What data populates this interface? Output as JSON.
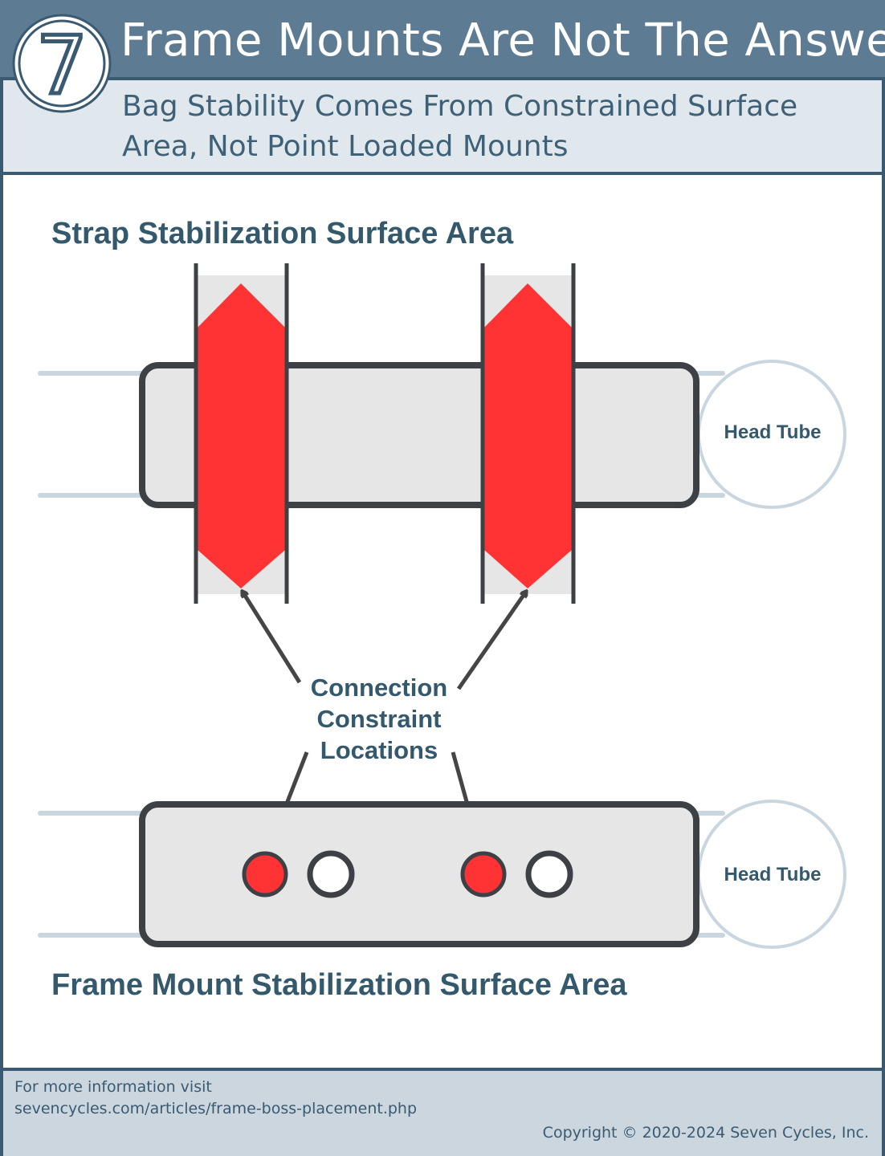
{
  "header": {
    "logo_numeral": "7",
    "title": "Frame Mounts Are Not The Answer",
    "subtitle": "Bag Stability Comes From Constrained Surface Area, Not Point Loaded Mounts"
  },
  "diagram": {
    "top_heading": "Strap Stabilization Surface Area",
    "bottom_heading": "Frame Mount Stabilization Surface Area",
    "head_tube_label_top": "Head Tube",
    "head_tube_label_bottom": "Head Tube",
    "callout_lines": [
      "Connection",
      "Constraint",
      "Locations"
    ],
    "colors": {
      "accent_red": "#ff3333",
      "outline": "#3d4145",
      "bag_fill": "#e6e6e6",
      "tube_line": "#cad6df",
      "text": "#34586c"
    }
  },
  "footer": {
    "info_prefix": "For more information visit",
    "url": "sevencycles.com/articles/frame-boss-placement.php",
    "copyright": "Copyright © 2020-2024 Seven Cycles, Inc."
  }
}
